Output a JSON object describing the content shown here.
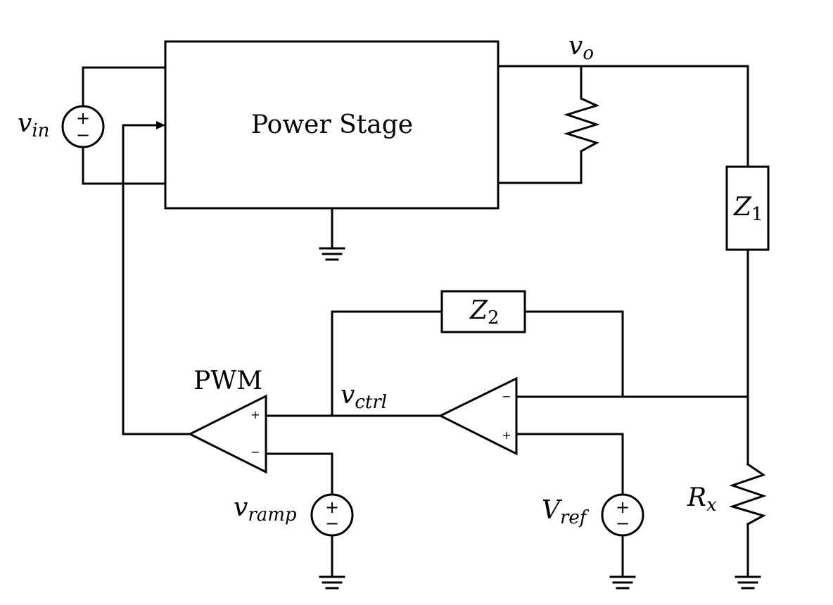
{
  "blocks": {
    "power_stage": "Power Stage",
    "z1": {
      "main": "Z",
      "sub": "1"
    },
    "z2": {
      "main": "Z",
      "sub": "2"
    }
  },
  "labels": {
    "vin": {
      "main": "v",
      "sub": "in"
    },
    "vo": {
      "main": "v",
      "sub": "o"
    },
    "vctrl": {
      "main": "v",
      "sub": "ctrl"
    },
    "vramp": {
      "main": "v",
      "sub": "ramp"
    },
    "vref": {
      "main": "V",
      "sub": "ref"
    },
    "rx": {
      "main": "R",
      "sub": "x"
    },
    "pwm": "PWM"
  },
  "signs": {
    "plus": "+",
    "minus": "−"
  }
}
